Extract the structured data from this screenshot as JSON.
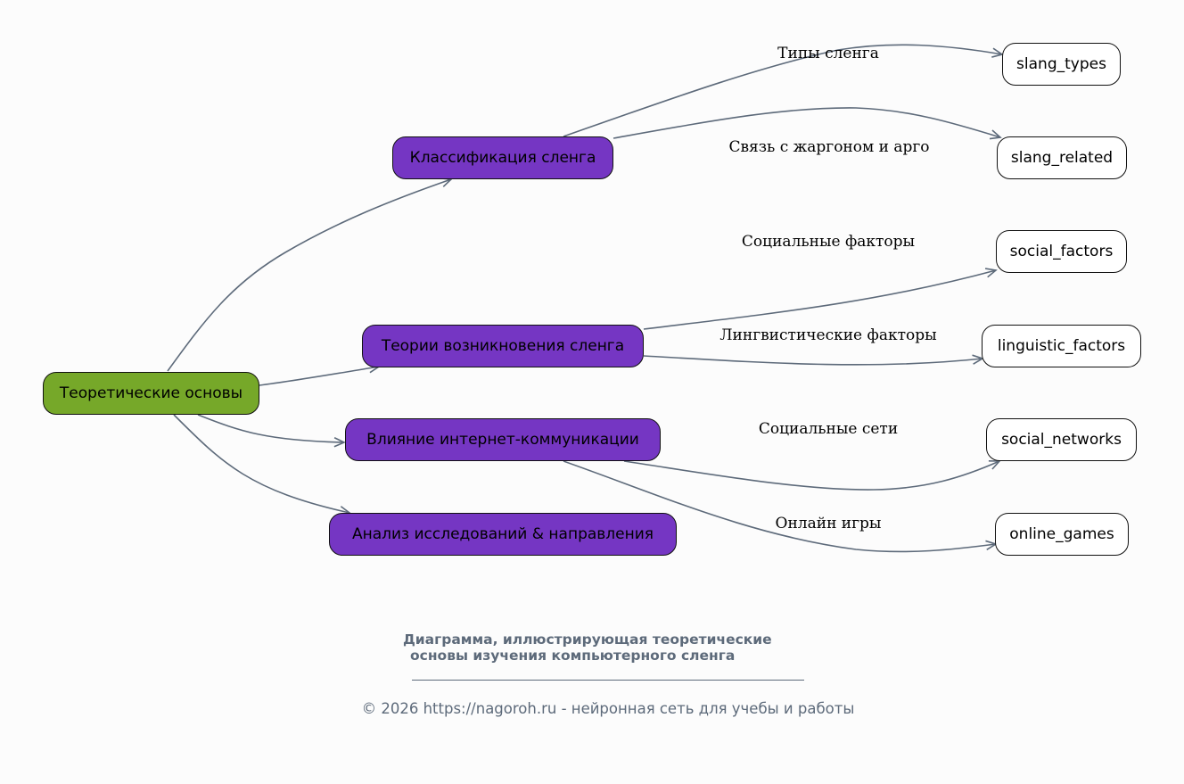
{
  "diagram": {
    "colors": {
      "root_fill": "#76a829",
      "branch_fill": "#7536c3",
      "leaf_fill": "#ffffff",
      "edge": "#5d6a7a",
      "background": "#fcfcfc",
      "caption": "#5d6a7a"
    },
    "nodes": {
      "root": {
        "label": "Теоретические основы"
      },
      "classification": {
        "label": "Классификация сленга"
      },
      "theories": {
        "label": "Теории возникновения сленга"
      },
      "internet": {
        "label": "Влияние интернет-коммуникации"
      },
      "analysis": {
        "label": "Анализ исследований & направления"
      },
      "slang_types": {
        "label": "slang_types"
      },
      "slang_related": {
        "label": "slang_related"
      },
      "social_factors": {
        "label": "social_factors"
      },
      "linguistic_factors": {
        "label": "linguistic_factors"
      },
      "social_networks": {
        "label": "social_networks"
      },
      "online_games": {
        "label": "online_games"
      }
    },
    "edges": [
      {
        "from": "root",
        "to": "classification",
        "label": ""
      },
      {
        "from": "root",
        "to": "theories",
        "label": ""
      },
      {
        "from": "root",
        "to": "internet",
        "label": ""
      },
      {
        "from": "root",
        "to": "analysis",
        "label": ""
      },
      {
        "from": "classification",
        "to": "slang_types",
        "label": "Типы сленга"
      },
      {
        "from": "classification",
        "to": "slang_related",
        "label": "Связь с жаргоном и арго"
      },
      {
        "from": "theories",
        "to": "social_factors",
        "label": "Социальные факторы"
      },
      {
        "from": "theories",
        "to": "linguistic_factors",
        "label": "Лингвистические факторы"
      },
      {
        "from": "internet",
        "to": "social_networks",
        "label": "Социальные сети"
      },
      {
        "from": "internet",
        "to": "online_games",
        "label": "Онлайн игры"
      }
    ]
  },
  "caption": {
    "line1": "Диаграмма, иллюстрирующая теоретические",
    "line2": "основы изучения компьютерного сленга"
  },
  "footer": {
    "text": "© 2026 https://nagoroh.ru - нейронная сеть для учебы и работы"
  }
}
